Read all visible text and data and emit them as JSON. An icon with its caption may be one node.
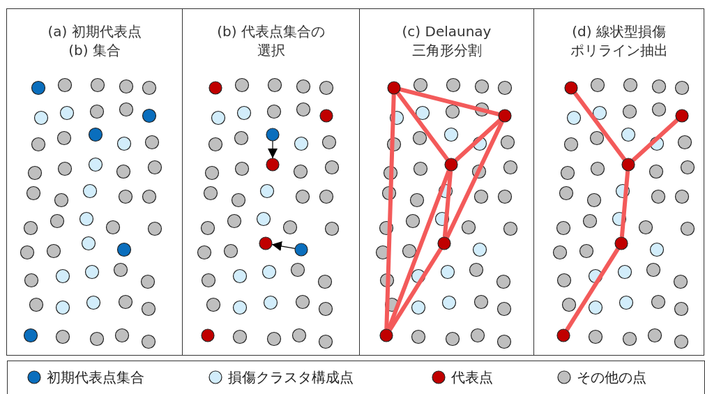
{
  "diagram": {
    "nodes": [
      {
        "text": [
          "(a) 初期代表点 (b) 集合"
        ]
      },
      {
        "text": [
          "(b) 代表点集合の選択"
        ]
      },
      {
        "text": [],
        "shape": "circle",
        "in": 1
      },
      {
        "text": [],
        "shape": "circle",
        "in": 1
      },
      {
        "text": [],
        "shape": "circle",
        "in": 1
      },
      {
        "text": [],
        "shape": "circle",
        "in": 1
      },
      {
        "text": [],
        "shape": "circle",
        "in": 1
      },
      {
        "text": [],
        "shape": "circle",
        "in": 1
      },
      {
        "text": [],
        "shape": "circle",
        "in": 1
      },
      {
        "text": [
          "(c) Delaunay 三角形分割"
        ]
      },
      {
        "text": [],
        "shape": "circle",
        "in": 9
      },
      {
        "text": [],
        "shape": "circle",
        "in": 9
      },
      {
        "text": [],
        "shape": "circle",
        "in": 9
      },
      {
        "text": [],
        "shape": "circle",
        "in": 9
      },
      {
        "text": [],
        "shape": "circle",
        "in": 9
      },
      {
        "text": [
          "(d) 線状型損傷ポリライン抽出"
        ]
      },
      {
        "text": [],
        "shape": "circle",
        "in": 15
      },
      {
        "text": [],
        "shape": "circle",
        "in": 15
      },
      {
        "text": [],
        "shape": "circle",
        "in": 15
      },
      {
        "text": [],
        "shape": "circle",
        "in": 15
      },
      {
        "text": [],
        "shape": "circle",
        "in": 15
      }
    ],
    "edges": [
      {
        "from": 4,
        "to": 5,
        "arrow": "to",
        "color": "#000000"
      },
      {
        "from": 7,
        "to": 6,
        "arrow": "to",
        "color": "#000000"
      },
      {
        "from": 10,
        "to": 11,
        "arrow": "none"
      },
      {
        "from": 10,
        "to": 12,
        "arrow": "none"
      },
      {
        "from": 11,
        "to": 12,
        "arrow": "none"
      },
      {
        "from": 10,
        "to": 14,
        "arrow": "none"
      },
      {
        "from": 12,
        "to": 14,
        "arrow": "none"
      },
      {
        "from": 12,
        "to": 13,
        "arrow": "none"
      },
      {
        "from": 11,
        "to": 13,
        "arrow": "none"
      },
      {
        "from": 13,
        "to": 14,
        "arrow": "none"
      },
      {
        "from": 16,
        "to": 18,
        "arrow": "none"
      },
      {
        "from": 17,
        "to": 18,
        "arrow": "none"
      },
      {
        "from": 18,
        "to": 19,
        "arrow": "none"
      },
      {
        "from": 19,
        "to": 20,
        "arrow": "none"
      }
    ],
    "legend": [
      {
        "text": "初期代表点集合",
        "color": "#0a6ebd"
      },
      {
        "text": "損傷クラスタ構成点",
        "color": "#d2edfb"
      },
      {
        "text": "代表点",
        "color": "#c00000"
      },
      {
        "text": "その他の点",
        "color": "#bfbfbf"
      }
    ]
  }
}
